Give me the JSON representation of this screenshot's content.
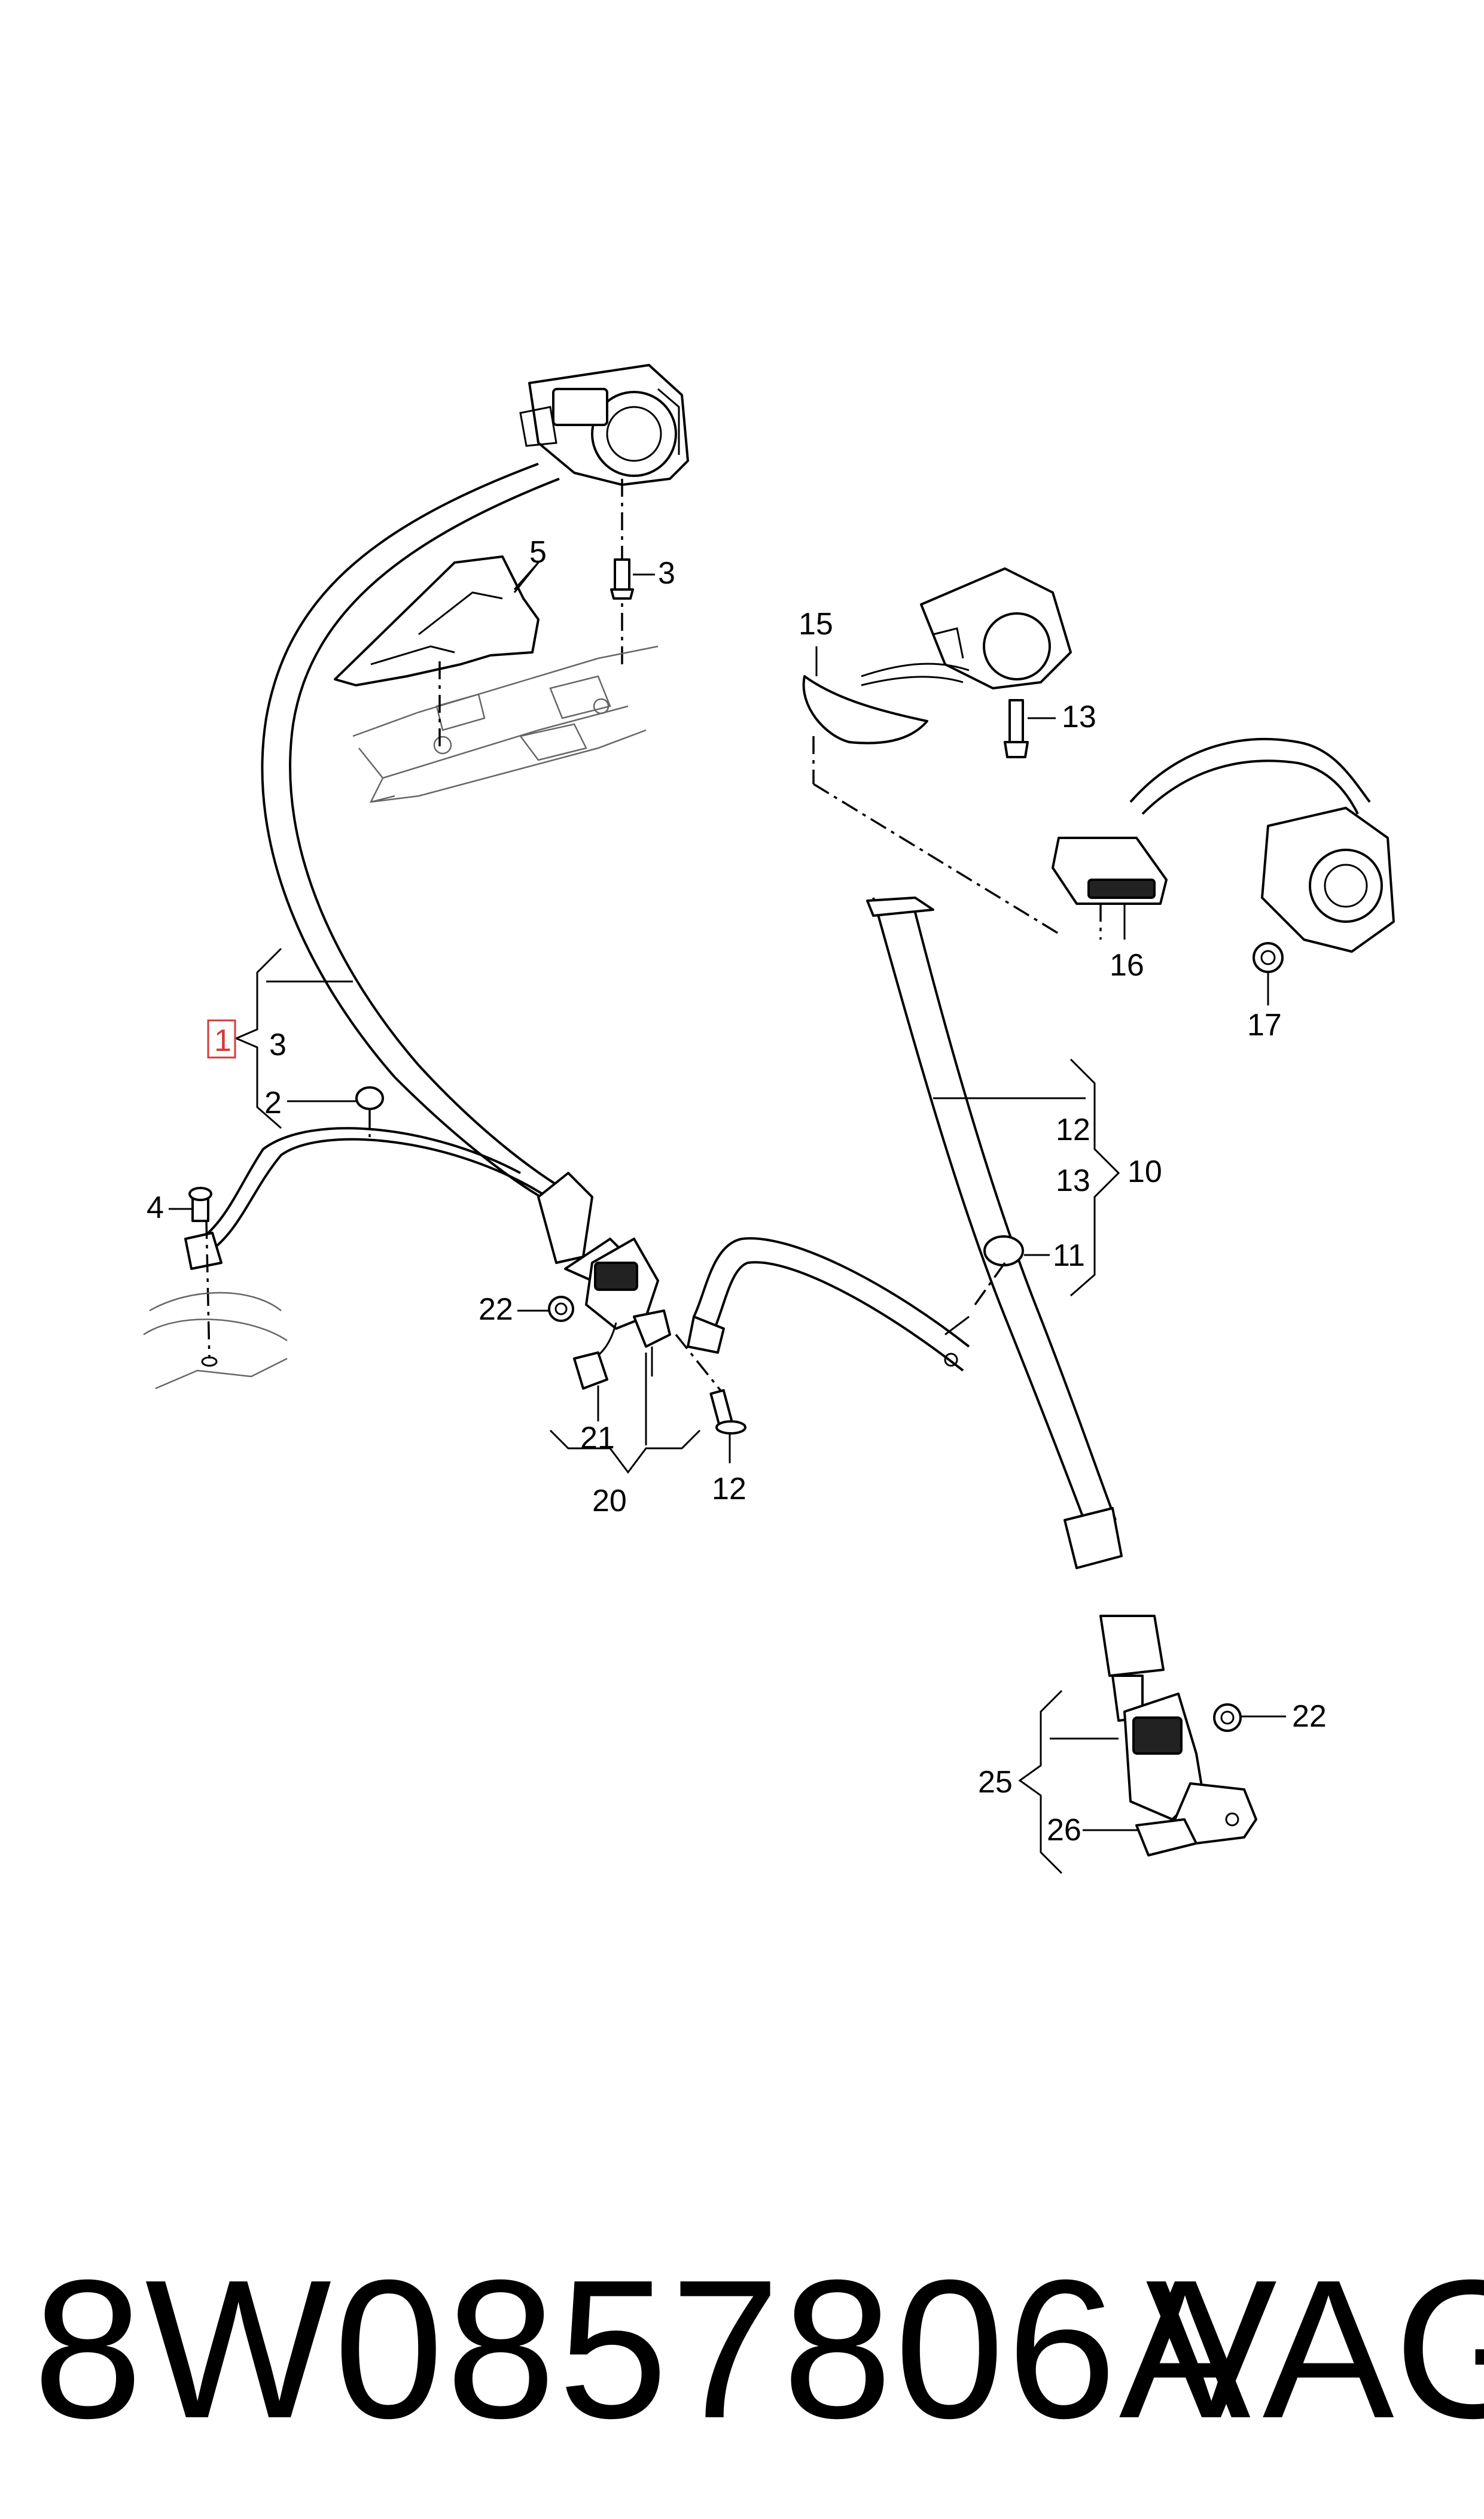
{
  "labels": {
    "l1": "1",
    "l2": "2",
    "l3a": "3",
    "l3b": "3",
    "l4": "4",
    "l5": "5",
    "l10": "10",
    "l11": "11",
    "l12a": "12",
    "l12b": "12",
    "l13a": "13",
    "l13b": "13",
    "l15": "15",
    "l16": "16",
    "l17": "17",
    "l20": "20",
    "l21": "21",
    "l22a": "22",
    "l22b": "22",
    "l25": "25",
    "l26": "26"
  },
  "selected_label": "1",
  "colors": {
    "line": "#000000",
    "selected": "#d33a3a",
    "background": "#ffffff"
  },
  "footer": {
    "part_number": "8W0857806A",
    "brand": "VAG"
  }
}
